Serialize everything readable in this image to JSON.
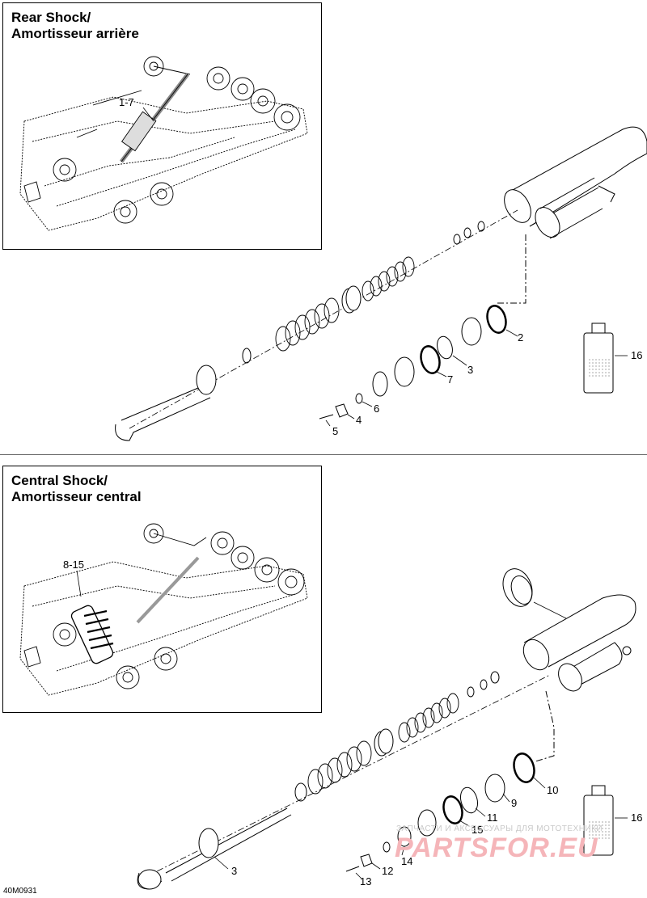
{
  "rear": {
    "title_line1": "Rear Shock/",
    "title_line2": "Amortisseur arrière",
    "inset_callout": "1-7",
    "callouts": [
      "2",
      "3",
      "4",
      "5",
      "6",
      "7",
      "16"
    ]
  },
  "central": {
    "title_line1": "Central Shock/",
    "title_line2": "Amortisseur central",
    "inset_callout": "8-15",
    "callouts": [
      "3",
      "9",
      "10",
      "11",
      "12",
      "13",
      "14",
      "15",
      "16"
    ]
  },
  "reference": "40M0931",
  "watermark": {
    "small": "ЗАПЧАСТИ И АКСЕССУАРЫ ДЛЯ МОТОТЕХНИКИ",
    "large": "PARTSFOR.EU"
  },
  "colors": {
    "line": "#000000",
    "watermark": "#f5b5b9"
  }
}
